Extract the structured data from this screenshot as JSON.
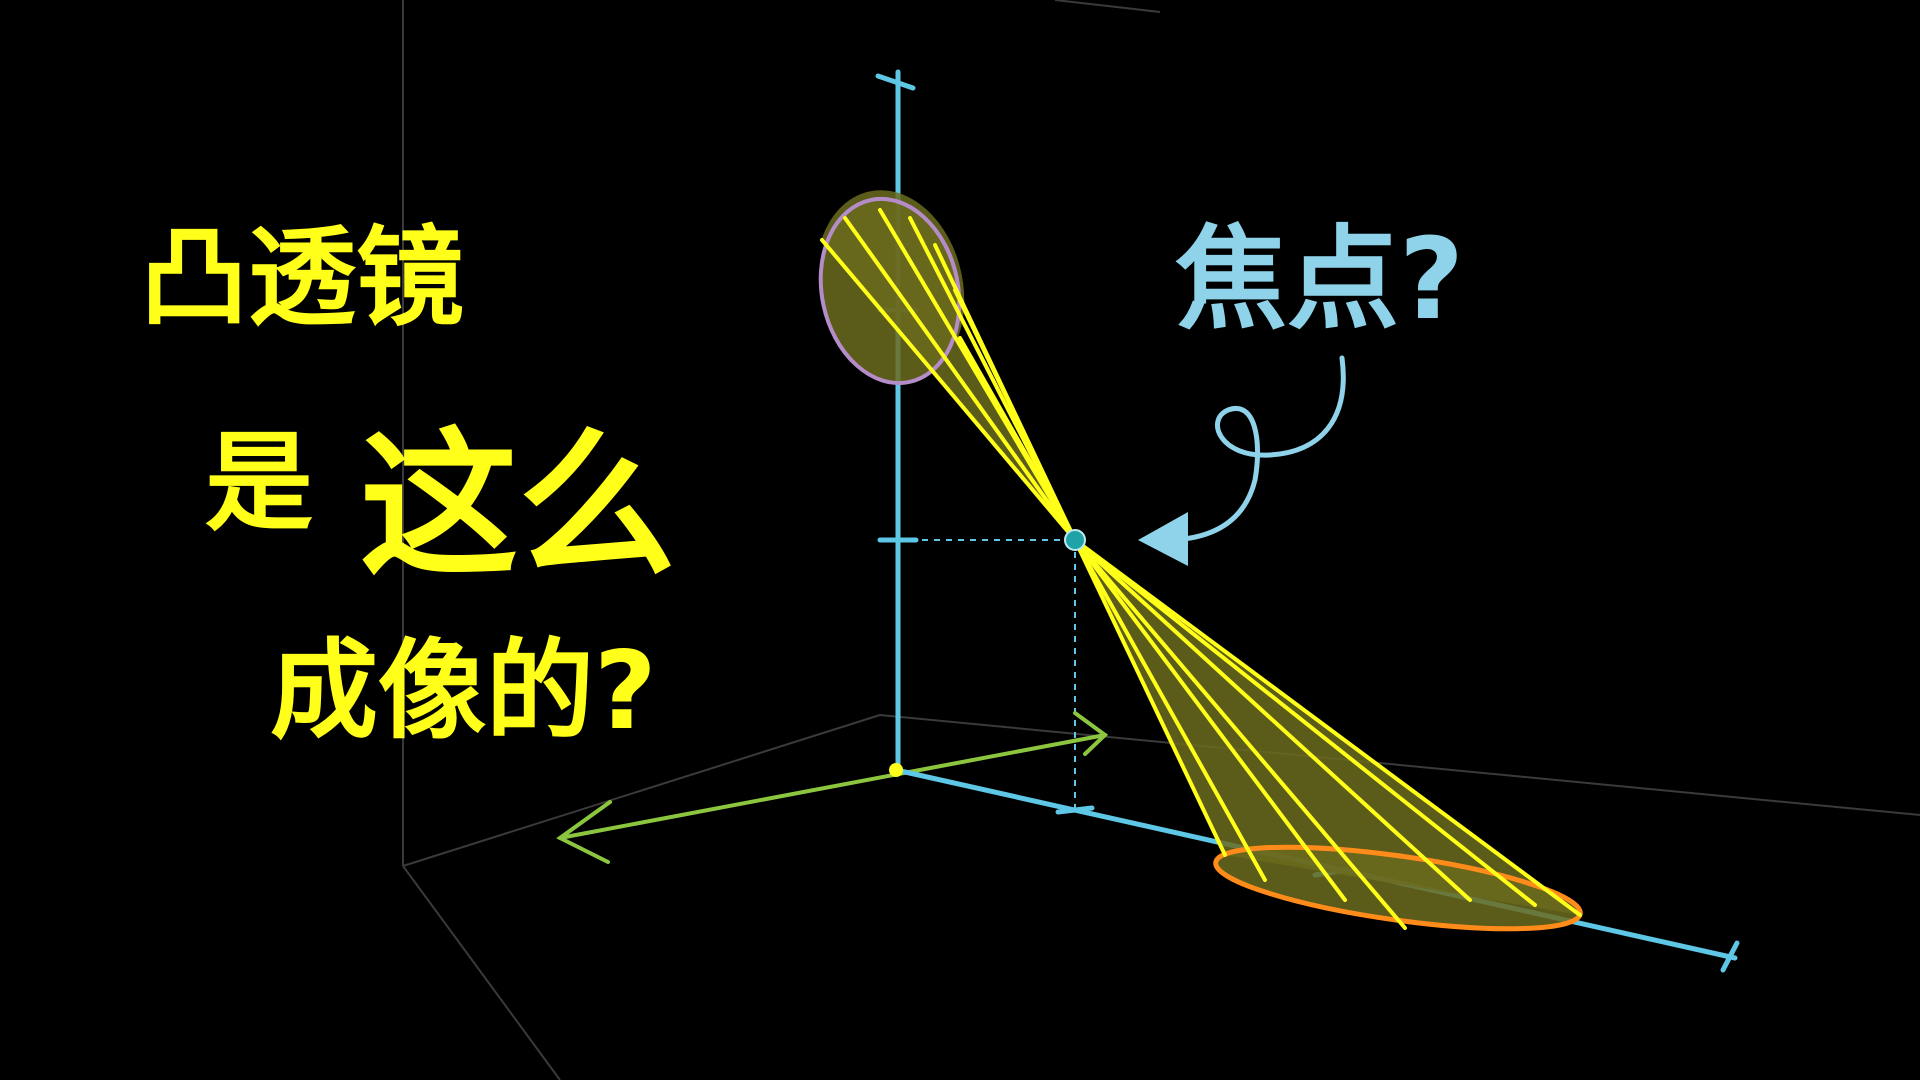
{
  "title": {
    "line1": "凸透镜",
    "line2_part1": "是",
    "line2_part2": "这么",
    "line3": "成像的?"
  },
  "callout": {
    "label": "焦点?"
  },
  "colors": {
    "background": "#000000",
    "title_yellow": "#ffff1a",
    "callout_blue": "#8fd3ea",
    "axis_blue": "#5ec7e6",
    "axis_green": "#8cc63f",
    "cone_fill": "#6b6b1f",
    "ray_yellow": "#ffff1a",
    "top_ellipse_stroke": "#b48cc8",
    "bottom_ellipse_stroke": "#ff8c1a",
    "room_lines": "#444444"
  },
  "diagram": {
    "axes": [
      "vertical-axis",
      "horizontal-axis",
      "depth-axis"
    ],
    "focal_point_marker": "teal-dot",
    "origin_marker": "yellow-dot",
    "rays_upper_count": 7,
    "rays_lower_count": 7
  }
}
